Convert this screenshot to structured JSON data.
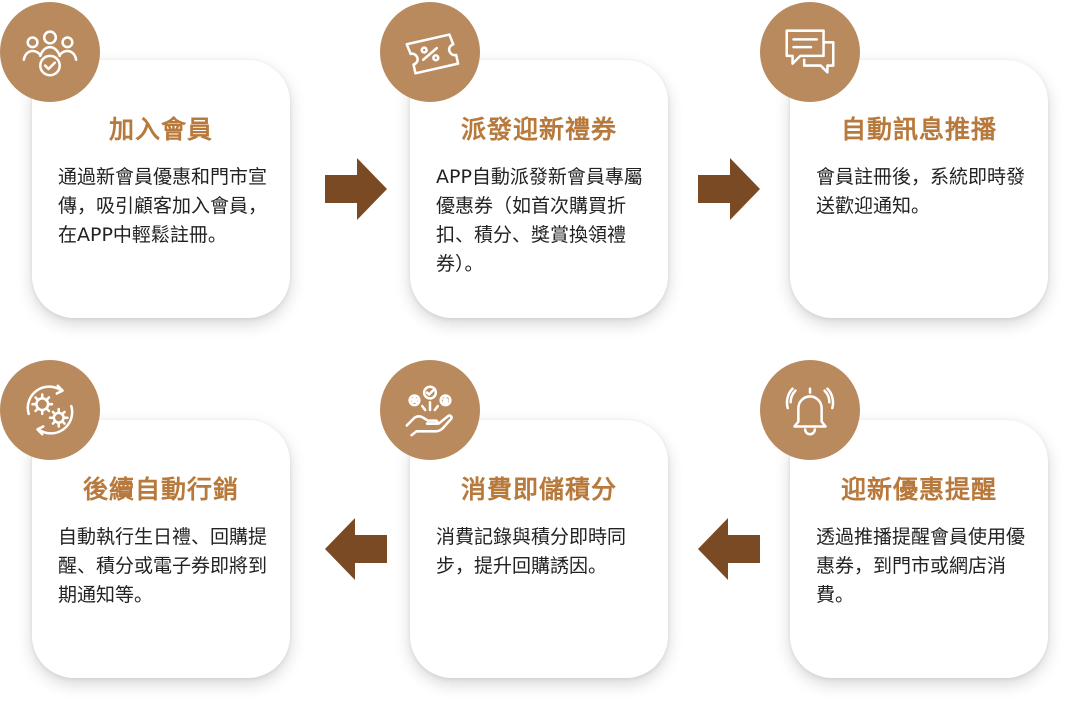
{
  "colors": {
    "accent": "#b87a3c",
    "badge": "#b88a5e",
    "arrow": "#7a4a24"
  },
  "steps": [
    {
      "title": "加入會員",
      "desc": "通過新會員優惠和門市宣傳，吸引顧客加入會員，在APP中輕鬆註冊。",
      "icon": "members-group-icon"
    },
    {
      "title": "派發迎新禮券",
      "desc": "APP自動派發新會員專屬優惠券（如首次購買折扣、積分、獎賞換領禮券）。",
      "icon": "coupon-ticket-icon"
    },
    {
      "title": "自動訊息推播",
      "desc": "會員註冊後，系統即時發送歡迎通知。",
      "icon": "message-bubbles-icon"
    },
    {
      "title": "後續自動行銷",
      "desc": "自動執行生日禮、回購提醒、積分或電子券即將到期通知等。",
      "icon": "gears-cycle-icon"
    },
    {
      "title": "消費即儲積分",
      "desc": "消費記錄與積分即時同步，提升回購誘因。",
      "icon": "hand-rewards-icon"
    },
    {
      "title": "迎新優惠提醒",
      "desc": "透過推播提醒會員使用優惠券，到門市或網店消費。",
      "icon": "bell-icon"
    }
  ]
}
